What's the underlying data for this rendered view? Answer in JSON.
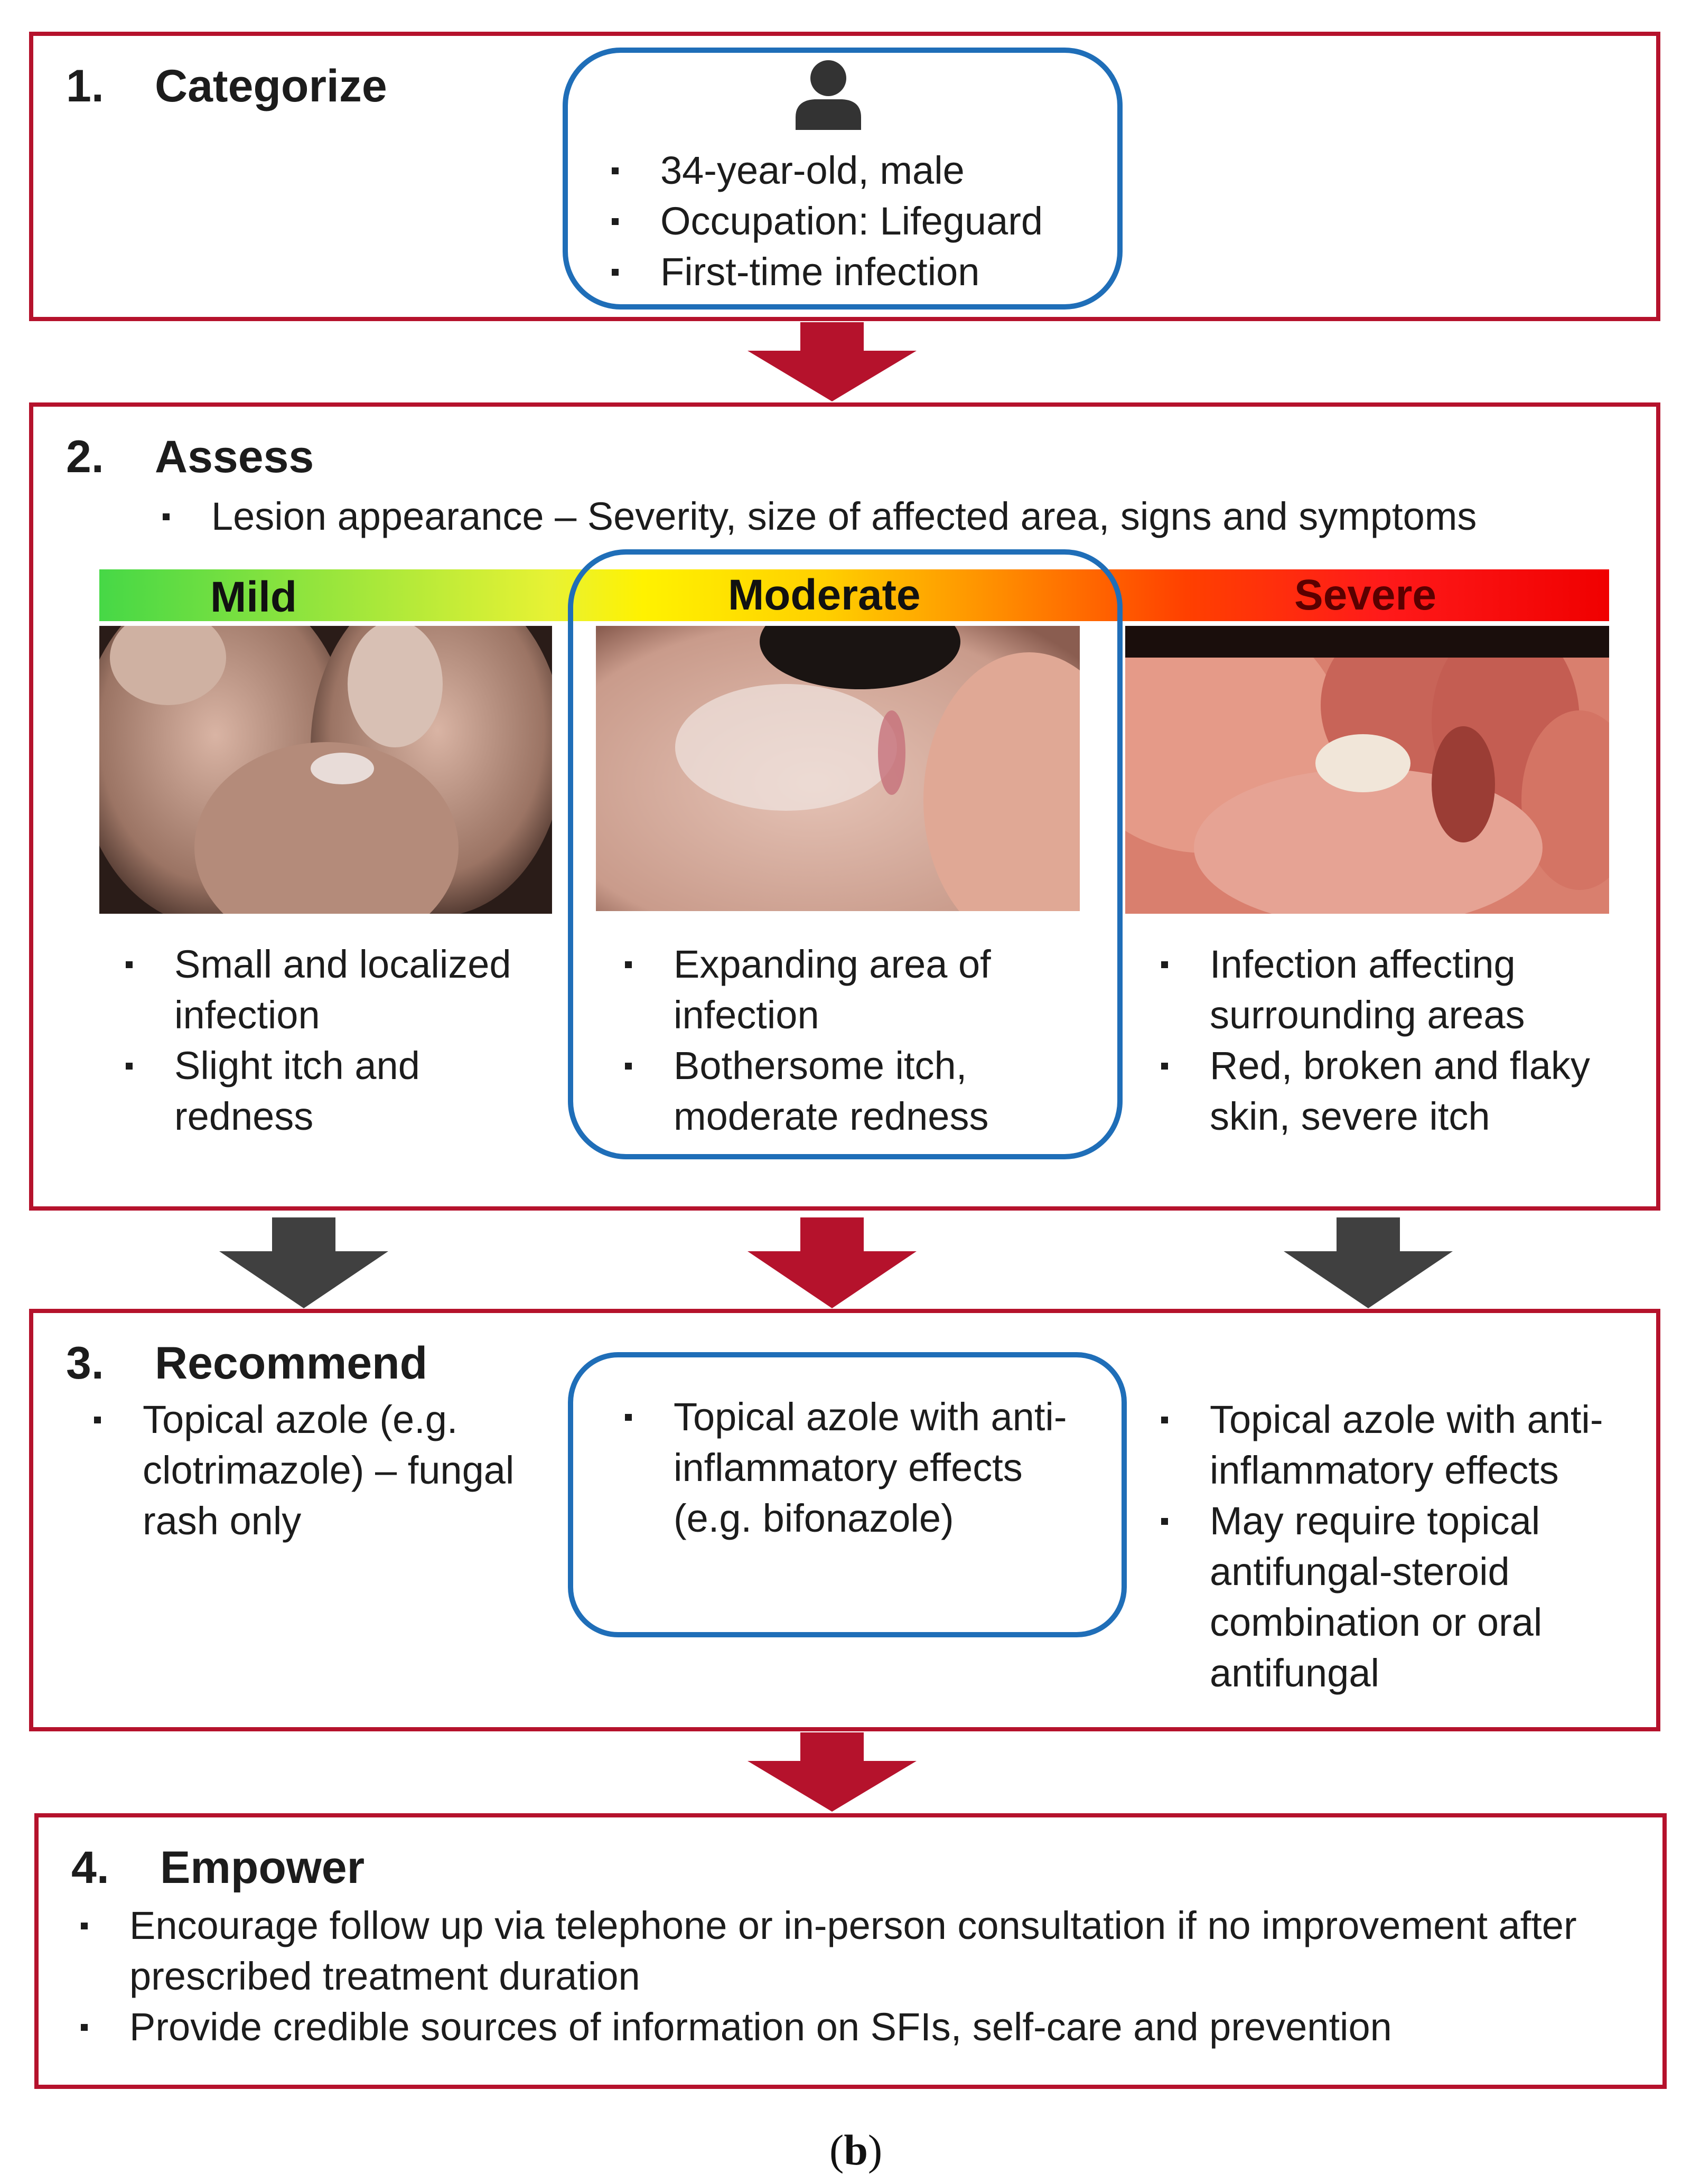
{
  "categorize": {
    "number": "1.",
    "title": "Categorize",
    "patient_icon": "person-icon",
    "patient_details": [
      "34-year-old, male",
      "Occupation: Lifeguard",
      "First-time infection"
    ]
  },
  "assess": {
    "number": "2.",
    "title": "Assess",
    "criteria": "Lesion appearance – Severity, size of affected area, signs and symptoms",
    "levels": [
      {
        "label": "Mild",
        "bullets": [
          "Small and localized infection",
          "Slight itch and redness"
        ]
      },
      {
        "label": "Moderate",
        "bullets": [
          "Expanding area of infection",
          "Bothersome itch, moderate redness"
        ]
      },
      {
        "label": "Severe",
        "bullets": [
          "Infection affecting surrounding areas",
          "Red, broken and flaky skin, severe itch"
        ]
      }
    ]
  },
  "recommend": {
    "number": "3.",
    "title": "Recommend",
    "options": [
      {
        "bullets": [
          "Topical azole (e.g. clotrimazole) – fungal rash only"
        ]
      },
      {
        "bullets": [
          "Topical azole with anti-inflammatory effects (e.g. bifonazole)"
        ]
      },
      {
        "bullets": [
          "Topical azole with anti-inflammatory effects",
          "May require topical antifungal-steroid combination or oral antifungal"
        ]
      }
    ]
  },
  "empower": {
    "number": "4.",
    "title": "Empower",
    "bullets": [
      "Encourage follow up via telephone or in-person consultation if no improvement after prescribed treatment duration",
      "Provide credible sources of information on SFIs, self-care and prevention"
    ]
  },
  "caption": {
    "open": "(",
    "letter": "b",
    "close": ")"
  },
  "colors": {
    "section_border": "#b5122c",
    "highlight": "#1f6eb8",
    "selected_arrow": "#b5122c",
    "other_arrow": "#404040"
  }
}
